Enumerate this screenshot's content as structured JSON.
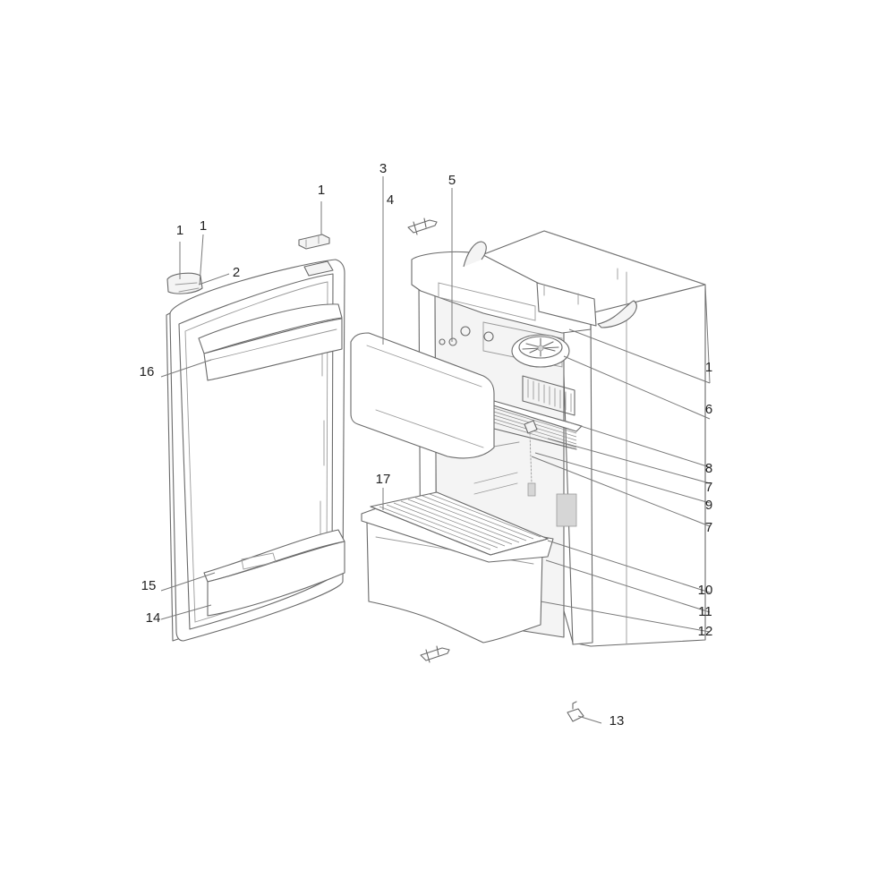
{
  "callouts": [
    {
      "id": "c-1-hinge-top",
      "text": "1"
    },
    {
      "id": "c-1-door-a",
      "text": "1"
    },
    {
      "id": "c-1-door-b",
      "text": "1"
    },
    {
      "id": "c-2",
      "text": "2"
    },
    {
      "id": "c-3",
      "text": "3"
    },
    {
      "id": "c-4",
      "text": "4"
    },
    {
      "id": "c-5",
      "text": "5"
    },
    {
      "id": "c-16",
      "text": "16"
    },
    {
      "id": "c-1-right",
      "text": "1"
    },
    {
      "id": "c-6",
      "text": "6"
    },
    {
      "id": "c-8",
      "text": "8"
    },
    {
      "id": "c-7-a",
      "text": "7"
    },
    {
      "id": "c-9",
      "text": "9"
    },
    {
      "id": "c-7-b",
      "text": "7"
    },
    {
      "id": "c-17",
      "text": "17"
    },
    {
      "id": "c-15",
      "text": "15"
    },
    {
      "id": "c-14",
      "text": "14"
    },
    {
      "id": "c-10",
      "text": "10"
    },
    {
      "id": "c-11",
      "text": "11"
    },
    {
      "id": "c-12",
      "text": "12"
    },
    {
      "id": "c-13",
      "text": "13"
    }
  ]
}
